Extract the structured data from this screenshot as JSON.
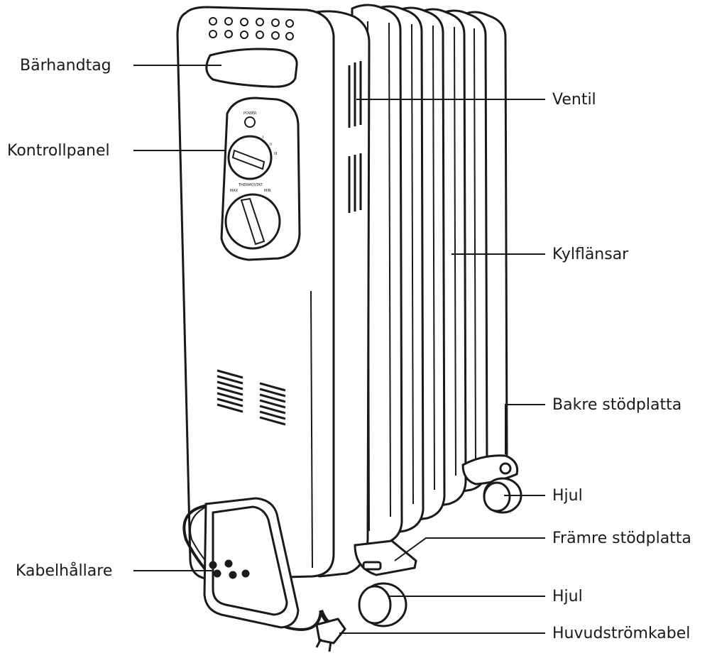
{
  "labels": {
    "carry_handle": "Bärhandtag",
    "control_panel": "Kontrollpanel",
    "cable_holder": "Kabelhållare",
    "vent": "Ventil",
    "cooling_fins": "Kylflänsar",
    "rear_support_plate": "Bakre stödplatta",
    "rear_wheel": "Hjul",
    "front_support_plate": "Främre stödplatta",
    "front_wheel": "Hjul",
    "main_power_cable": "Huvudströmkabel"
  },
  "panel": {
    "power_label": "POWER",
    "thermostat_label": "THERMOSTAT",
    "max_label": "MAX",
    "min_label": "MIN",
    "dial_marks": [
      "I",
      "II",
      "III"
    ]
  },
  "colors": {
    "ink": "#1a1a1a",
    "background": "#ffffff",
    "leader": "#1a1a1a"
  }
}
